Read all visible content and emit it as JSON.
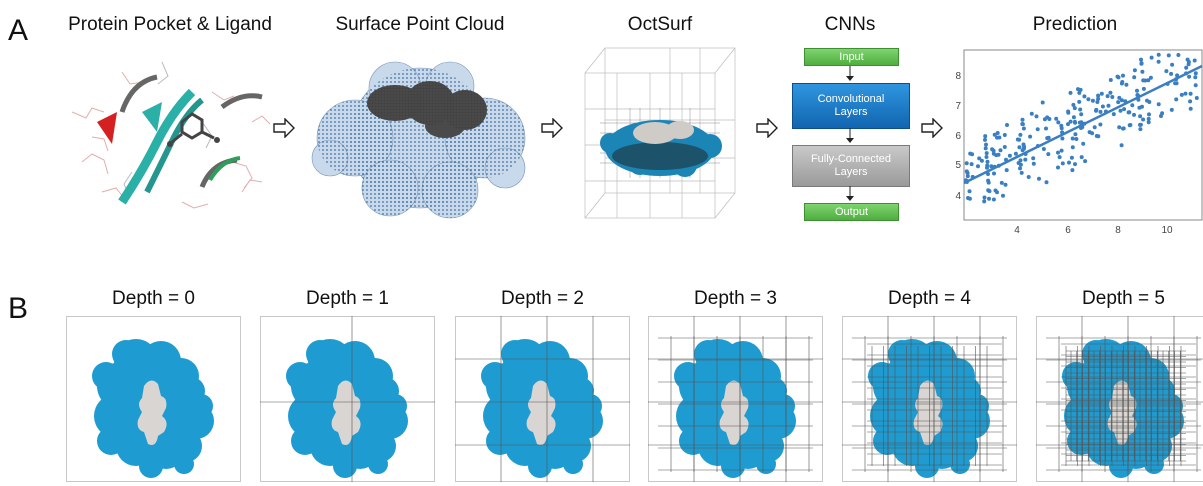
{
  "panel_a": {
    "letter": "A",
    "titles": [
      "Protein Pocket & Ligand",
      "Surface Point Cloud",
      "OctSurf",
      "CNNs",
      "Prediction"
    ],
    "cnn": {
      "input": "Input",
      "conv_line1": "Convolutional",
      "conv_line2": "Layers",
      "fc_line1": "Fully-Connected",
      "fc_line2": "Layers",
      "output": "Output"
    },
    "prediction_axis": {
      "x_ticks": [
        "4",
        "6",
        "8",
        "10"
      ],
      "y_ticks": [
        "4",
        "5",
        "6",
        "7",
        "8"
      ]
    }
  },
  "panel_b": {
    "letter": "B",
    "depths": [
      {
        "label": "Depth = 0",
        "level": 0
      },
      {
        "label": "Depth = 1",
        "level": 1
      },
      {
        "label": "Depth = 2",
        "level": 2
      },
      {
        "label": "Depth = 3",
        "level": 3
      },
      {
        "label": "Depth = 4",
        "level": 4
      },
      {
        "label": "Depth = 5",
        "level": 5
      }
    ]
  },
  "colors": {
    "protein_blue": "#1e9bd0",
    "pocket_gray": "#d9d5d2",
    "grid": "#555555",
    "scatter": "#3a7fc1",
    "ribbon": "#2bb0a8"
  }
}
